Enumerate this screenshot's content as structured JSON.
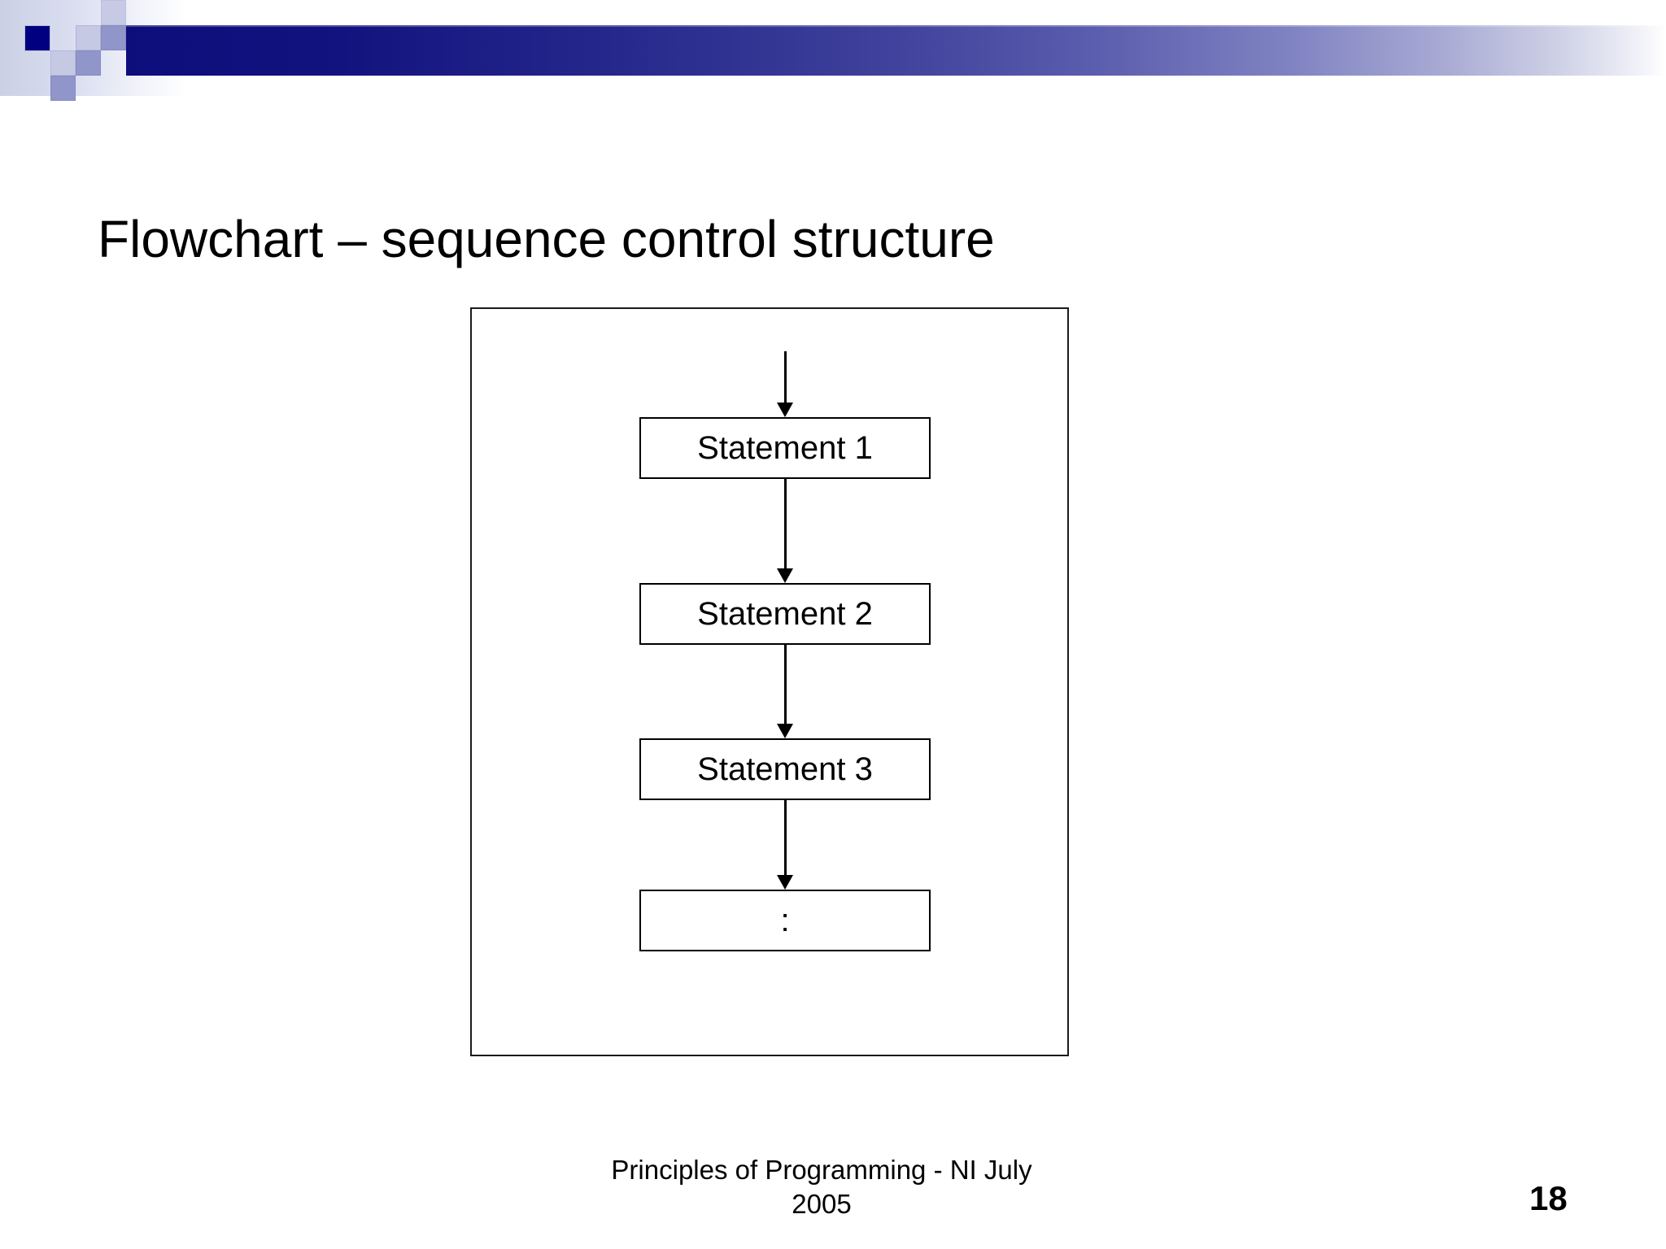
{
  "slide": {
    "title": "Flowchart – sequence control structure",
    "page_number": "18",
    "footer_line1": "Principles of Programming - NI July",
    "footer_line2": "2005"
  },
  "theme": {
    "accent_navy": "#000080",
    "tile_light": "#c6c9e4",
    "tile_medium": "#9095ca",
    "bar_gradient_from": "#0d0d7c",
    "bar_gradient_to": "#ffffff",
    "text_color": "#000000",
    "background": "#ffffff"
  },
  "diagram": {
    "name": "sequence-control-structure-flowchart",
    "type": "flowchart",
    "orientation": "vertical",
    "nodes": [
      {
        "id": "n1",
        "label": "Statement 1",
        "shape": "rectangle"
      },
      {
        "id": "n2",
        "label": "Statement 2",
        "shape": "rectangle"
      },
      {
        "id": "n3",
        "label": "Statement 3",
        "shape": "rectangle"
      },
      {
        "id": "n4",
        "label": ":",
        "shape": "rectangle"
      }
    ],
    "edges": [
      {
        "id": "a0",
        "from": "entry",
        "to": "n1",
        "arrow": "down"
      },
      {
        "id": "a1",
        "from": "n1",
        "to": "n2",
        "arrow": "down"
      },
      {
        "id": "a2",
        "from": "n2",
        "to": "n3",
        "arrow": "down"
      },
      {
        "id": "a3",
        "from": "n3",
        "to": "n4",
        "arrow": "down"
      }
    ]
  }
}
